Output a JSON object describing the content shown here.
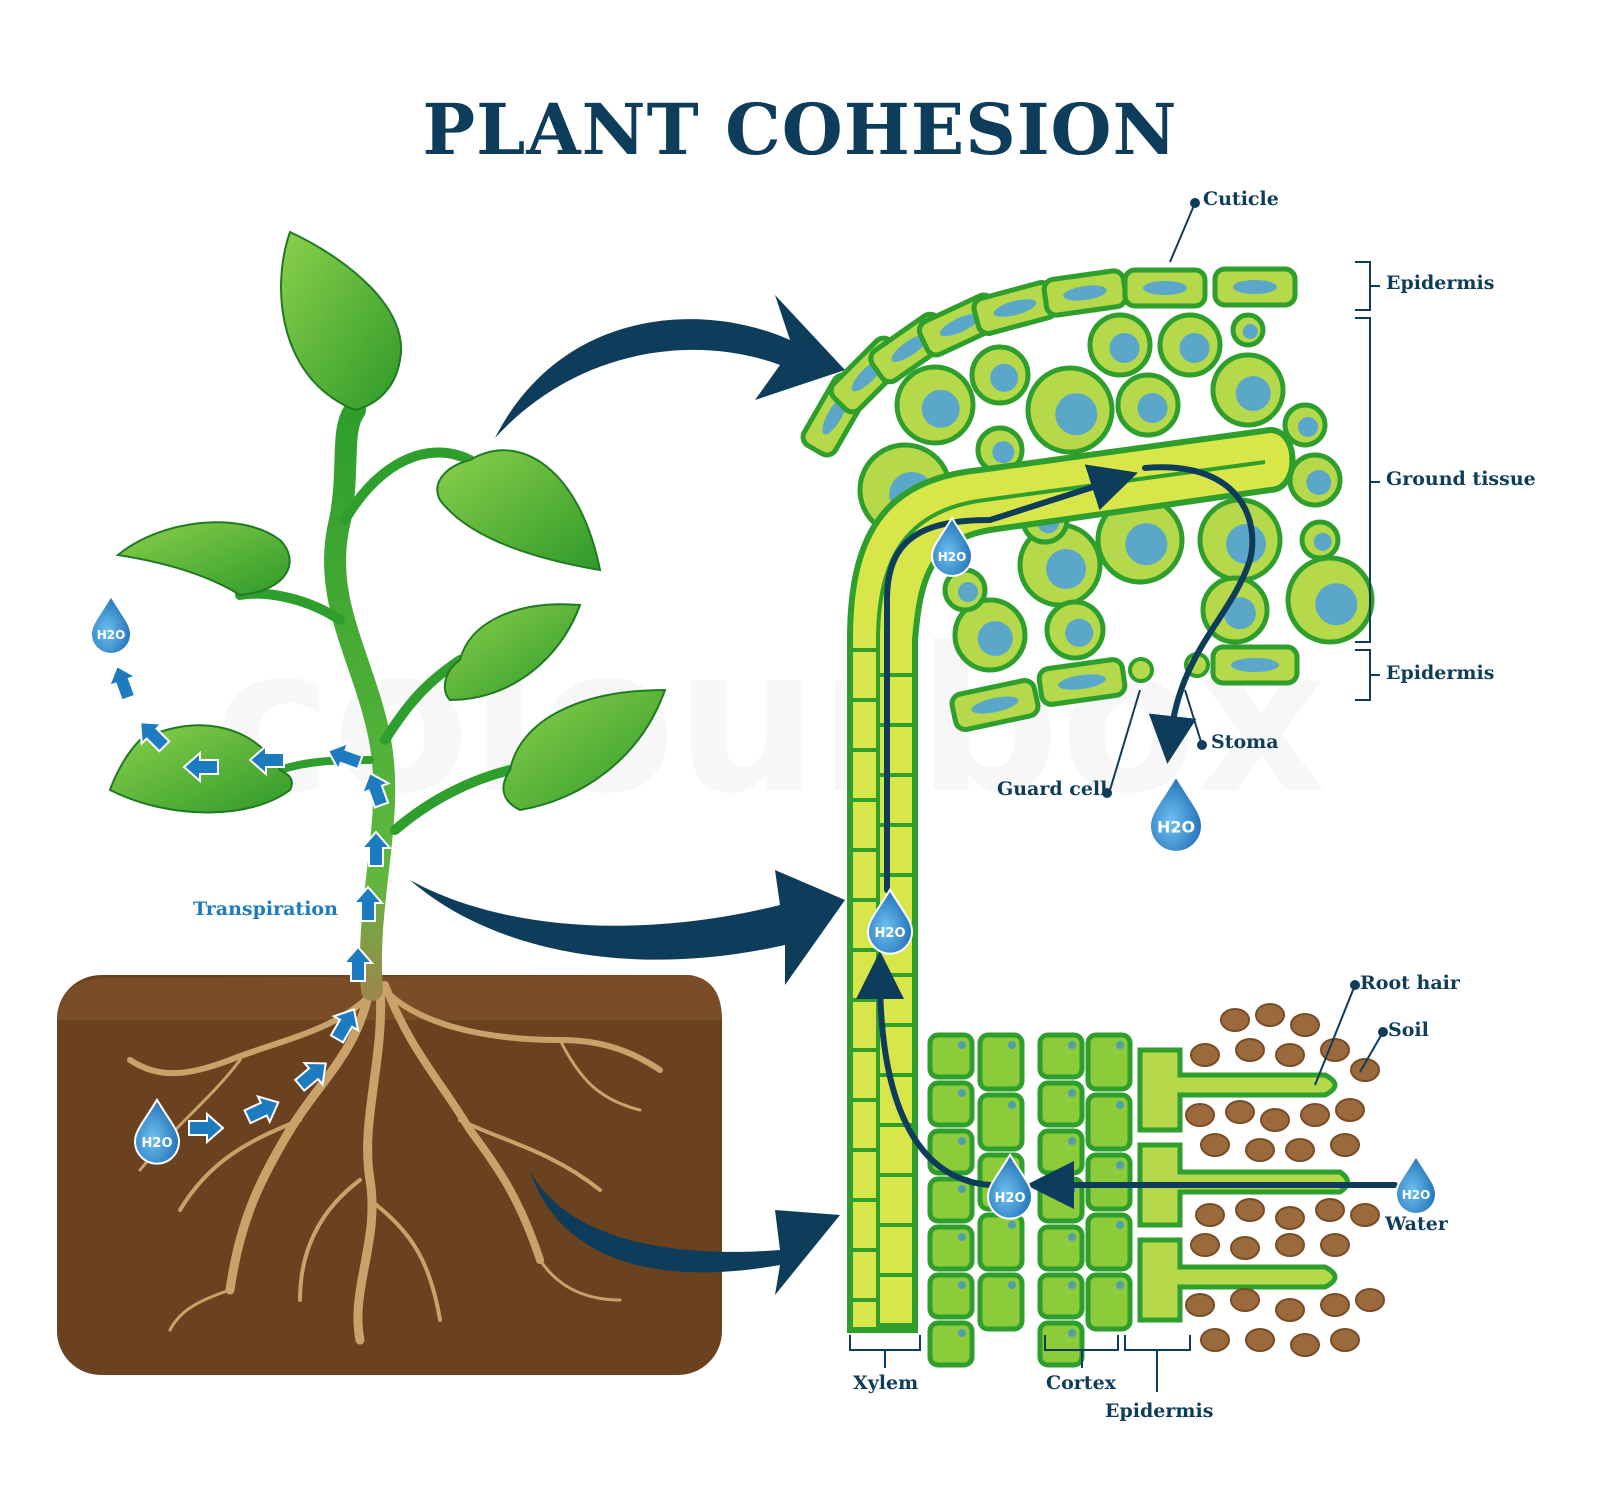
{
  "title": "PLANT COHESION",
  "watermark": "colourbox",
  "water_symbol": "H2O",
  "labels": {
    "transpiration": "Transpiration",
    "cuticle": "Cuticle",
    "epidermis_top": "Epidermis",
    "ground_tissue": "Ground tissue",
    "epidermis_leaf_bottom": "Epidermis",
    "stoma": "Stoma",
    "guard_cell": "Guard cell",
    "root_hair": "Root hair",
    "soil": "Soil",
    "water": "Water",
    "xylem": "Xylem",
    "cortex": "Cortex",
    "epidermis_root": "Epidermis"
  },
  "colors": {
    "title": "#0d3d5a",
    "arrow_dark": "#0d3d5a",
    "arrow_blue": "#1d7bc0",
    "cell_fill": "#b5d94a",
    "cell_border": "#2e9e2c",
    "nucleus": "#5aa7c9",
    "soil": "#6b4220",
    "root": "#c9a26a"
  }
}
